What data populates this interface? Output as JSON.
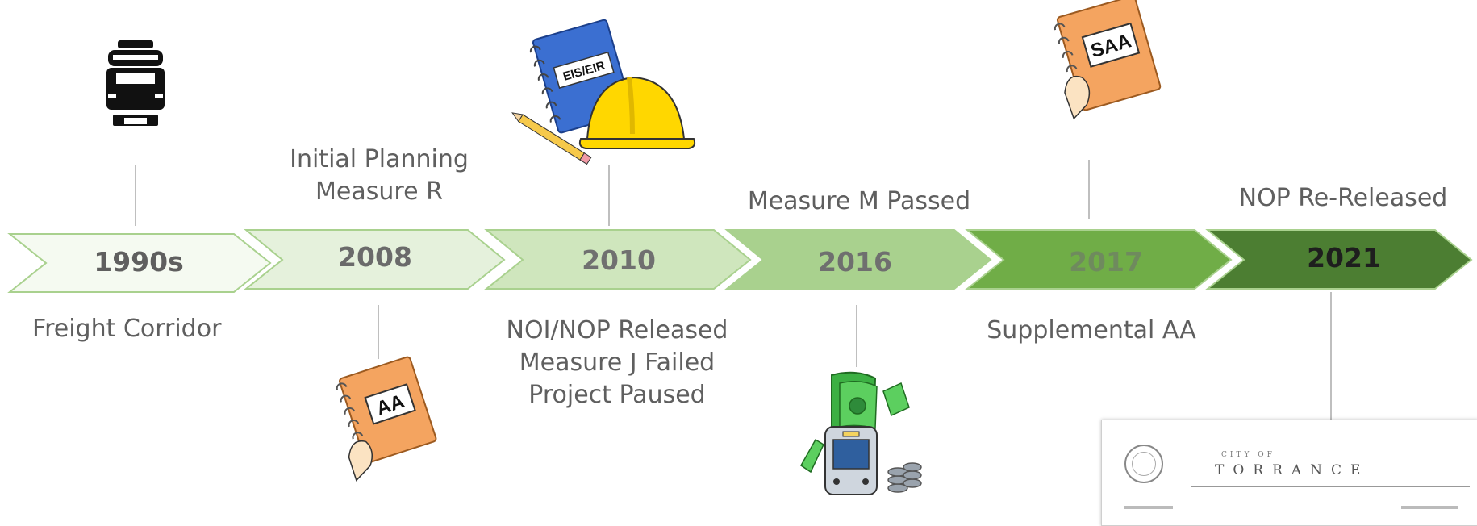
{
  "milestones": [
    {
      "year": "1990s",
      "label_lines": [
        "Freight Corridor"
      ],
      "icon": "train-icon"
    },
    {
      "year": "2008",
      "label_lines": [
        "Initial Planning",
        "Measure R"
      ],
      "icon": "aa-notebook-icon"
    },
    {
      "year": "2010",
      "label_lines": [
        "NOI/NOP Released",
        "Measure J Failed",
        "Project Paused"
      ],
      "icon": "eis-eir-notebook-hardhat-icon"
    },
    {
      "year": "2016",
      "label_lines": [
        "Measure M Passed"
      ],
      "icon": "money-train-icon"
    },
    {
      "year": "2017",
      "label_lines": [
        "Supplemental AA"
      ],
      "icon": "saa-notebook-icon"
    },
    {
      "year": "2021",
      "label_lines": [
        "NOP Re-Released"
      ],
      "icon": "torrance-document-icon"
    }
  ],
  "icon_text": {
    "aa": "AA",
    "eis_eir": "EIS/EIR",
    "saa": "SAA",
    "city_of": "CITY OF",
    "torrance": "TORRANCE"
  },
  "colors": {
    "chevrons": [
      "#f5faf1",
      "#e5f1dc",
      "#cfe6bd",
      "#a9d18e",
      "#70ad47",
      "#4c7e32"
    ],
    "chevron_stroke": "#a9d18e",
    "years": [
      "#5f5f5f",
      "#6a6a6a",
      "#707070",
      "#6f6f6f",
      "#6f8a5e",
      "#1e1e1e"
    ],
    "connector": "#bfbfbf",
    "orange": "#f4a460",
    "blue": "#3b6fd1",
    "yellow": "#ffd700",
    "green_money": "#3cb043"
  }
}
